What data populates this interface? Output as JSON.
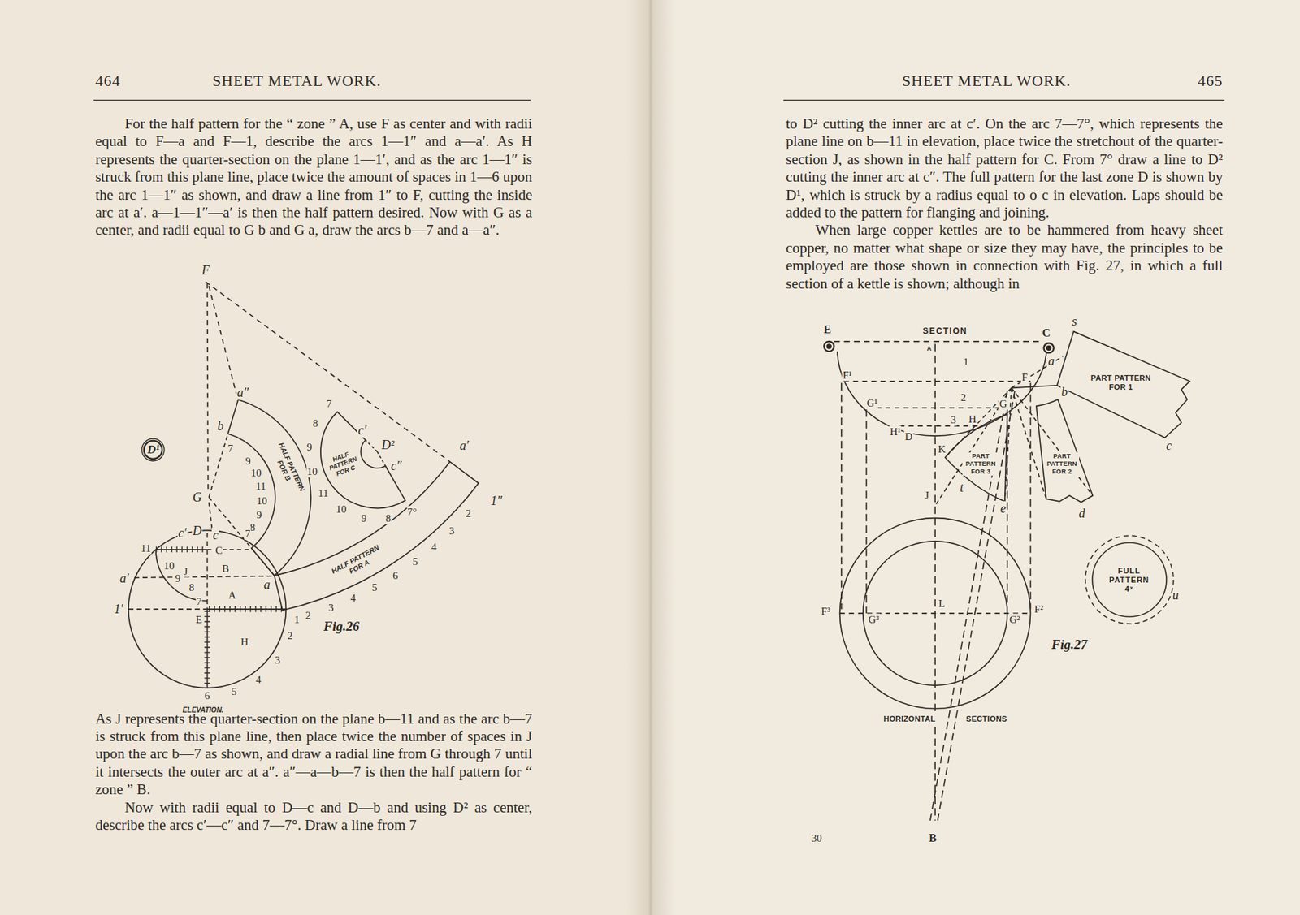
{
  "diagram": {
    "nodes": [
      {
        "text": [
          "D¹"
        ]
      },
      {
        "text": [
          "FULL PATTERN",
          "4ˣ"
        ]
      }
    ],
    "labels": [
      "464",
      "SHEET METAL WORK.",
      "For the half pattern for the “ zone ” A, use F as center and with radii equal to F—a and F—1, describe the arcs 1—1″ and a—a′. As H represents the quarter-section on the plane 1—1′, and as the arc 1—1″ is struck from this plane line, place twice the amount of spaces in 1—6 upon the arc 1—1″ as shown, and draw a line from 1″ to F, cutting the inside arc at a′. a—1—1″—a′ is then the half pattern desired. Now with G as a center, and radii equal to G b and G a, draw the arcs b—7 and a—a″.",
      "F",
      "a″",
      "b",
      "7",
      "9",
      "HALF PATTERN FOR B",
      "10",
      "11",
      "10",
      "9",
      "8",
      "7",
      "G",
      "c′",
      "D",
      "c",
      "C",
      "11",
      "J",
      "B",
      "10",
      "a′",
      "9",
      "8",
      "7",
      "A",
      "1′",
      "E",
      "H",
      "a",
      "1",
      "2",
      "3",
      "4",
      "5",
      "6",
      "ELEVATION.",
      "Fig.26",
      "HALF PATTERN FOR A",
      "2",
      "3",
      "4",
      "5",
      "6",
      "5",
      "4",
      "3",
      "2",
      "1″",
      "a′",
      "7",
      "8",
      "9",
      "10",
      "11",
      "10",
      "9",
      "8",
      "7°",
      "HALF PATTERN FOR C",
      "c′",
      "D²",
      "c″",
      "As J represents the quarter-section on the plane b—11 and as the arc b—7 is struck from this plane line, then place twice the number of spaces in J upon the arc b—7 as shown, and draw a radial line from G through 7 until it intersects the outer arc at a″. a″—a—b—7 is then the half pattern for “ zone ” B.",
      "Now with radii equal to D—c and D—b and using D² as center, describe the arcs c′—c″ and 7—7°. Draw a line from 7",
      "SHEET METAL WORK.",
      "465",
      "to D² cutting the inner arc at c′. On the arc 7—7°, which represents the plane line on b—11 in elevation, place twice the stretchout of the quarter-section J, as shown in the half pattern for C. From 7° draw a line to D² cutting the inner arc at c″. The full pattern for the last zone D is shown by D¹, which is struck by a radius equal to o c in elevation. Laps should be added to the pattern for flanging and joining.",
      "When large copper kettles are to be hammered from heavy sheet copper, no matter what shape or size they may have, the principles to be employed are those shown in connection with Fig. 27, in which a full section of a kettle is shown; although in",
      "SECTION",
      "E",
      "C",
      "A",
      "1",
      "a",
      "F¹",
      "F",
      "2",
      "G¹",
      "G",
      "3",
      "H",
      "H¹",
      "D",
      "K",
      "J",
      "t",
      "e",
      "PART PATTERN FOR 3",
      "PART PATTERN FOR 2",
      "d",
      "s",
      "PART PATTERN FOR 1",
      "b",
      "c",
      "L",
      "F³",
      "G³",
      "G²",
      "F²",
      "HORIZONTAL",
      "SECTIONS",
      "B",
      "Fig.27",
      "u",
      "30"
    ]
  }
}
